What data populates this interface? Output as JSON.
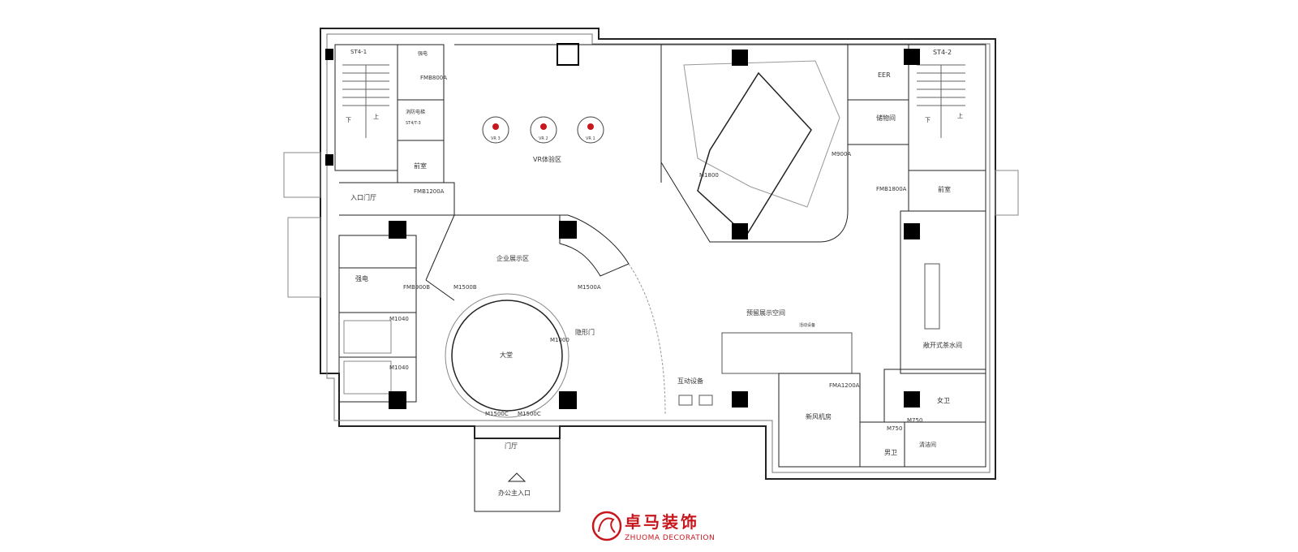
{
  "plan": {
    "rooms": {
      "st4_1": "ST4-1",
      "st4_2": "ST4-2",
      "entrance_hall": "入口门厅",
      "front_room_left": "前室",
      "front_room_right": "前室",
      "strong_electric": "强电",
      "vr_zone": "VR体验区",
      "enterprise_zone": "企业展示区",
      "hidden_door": "隐形门",
      "auditorium": "大堂",
      "interactive": "互动设备",
      "reserved_space": "预留展示空间",
      "open_tea": "敞开式茶水间",
      "fresh_air": "新风机房",
      "female_wc": "女卫",
      "male_wc": "男卫",
      "cleaning": "清洁间",
      "storage": "储物间",
      "eer": "EER",
      "vestibule": "门厅",
      "office_entrance": "办公主入口",
      "fire_elevator": "消防电梯",
      "elevator_id": "ST4/T-3",
      "strong_small": "强电",
      "interactive_small": "活动设备",
      "down_left": "下",
      "up_left": "上",
      "down_right": "下",
      "up_right": "上"
    },
    "doors": {
      "fmb800a": "FMB800A",
      "fmb1200a": "FMB1200A",
      "fmb900b": "FMB900B",
      "m1500b": "M1500B",
      "m1500a": "M1500A",
      "m1040_1": "M1040",
      "m1040_2": "M1040",
      "m1000": "M1000",
      "m1500c_1": "M1500C",
      "m1500c_2": "M1500C",
      "m1800": "M1800",
      "m900a": "M900A",
      "fmb1800a": "FMB1800A",
      "fma1200a": "FMA1200A",
      "m750_1": "M750",
      "m750_2": "M750"
    },
    "vr_seats": [
      "VR 3",
      "VR 2",
      "VR 1"
    ]
  },
  "brand": {
    "name_cn": "卓马装饰",
    "name_en": "ZHUOMA DECORATION",
    "color": "#c8161d"
  }
}
